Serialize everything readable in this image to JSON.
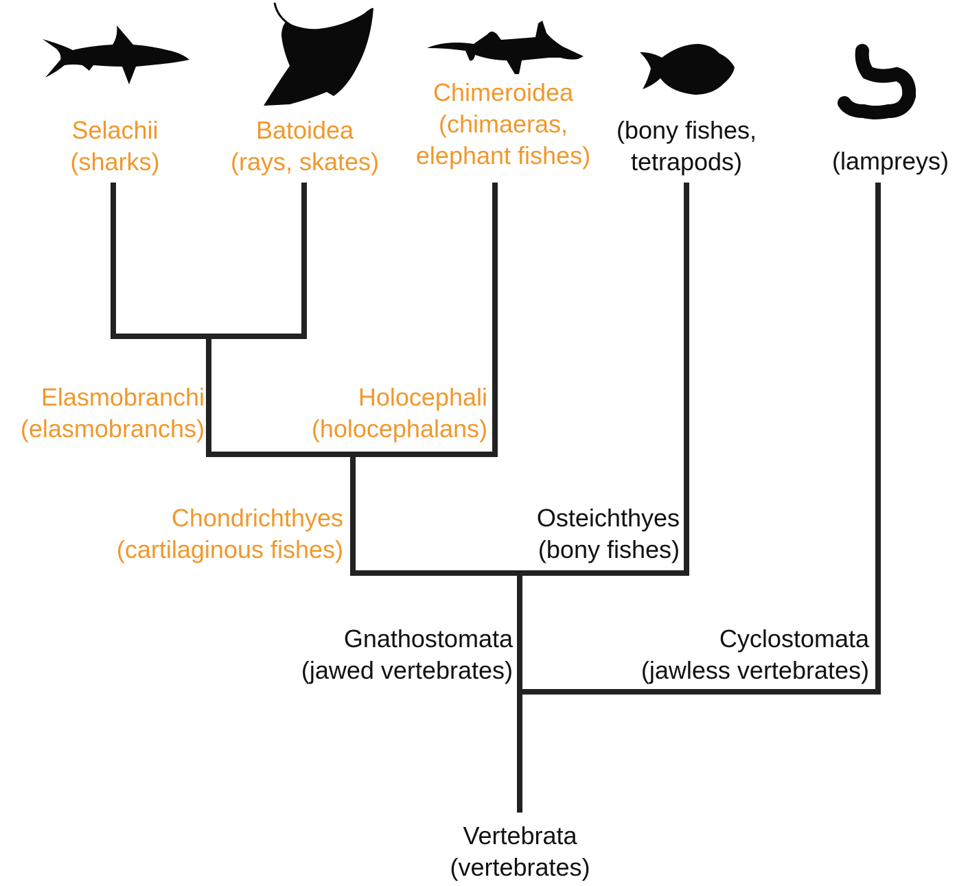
{
  "colors": {
    "chondrichthyes_accent": "#f0982c",
    "text_default": "#111111",
    "branch": "#222222",
    "silhouette": "#0a0a0a"
  },
  "taxa": {
    "selachii": {
      "name": "Selachii",
      "common": "(sharks)",
      "icon": "shark-silhouette"
    },
    "batoidea": {
      "name": "Batoidea",
      "common": "(rays, skates)",
      "icon": "manta-ray-silhouette"
    },
    "chimeroidea": {
      "name": "Chimeroidea",
      "common_line1": "(chimaeras,",
      "common_line2": "elephant fishes)",
      "icon": "chimaera-silhouette"
    },
    "bony": {
      "common_line1": "(bony fishes,",
      "common_line2": "tetrapods)",
      "icon": "bony-fish-silhouette"
    },
    "lampreys": {
      "common": "(lampreys)",
      "icon": "lamprey-silhouette"
    }
  },
  "clades": {
    "elasmobranchi": {
      "name": "Elasmobranchi",
      "common": "(elasmobranchs)"
    },
    "holocephali": {
      "name": "Holocephali",
      "common": "(holocephalans)"
    },
    "chondrichthyes": {
      "name": "Chondrichthyes",
      "common": "(cartilaginous fishes)"
    },
    "osteichthyes": {
      "name": "Osteichthyes",
      "common": "(bony fishes)"
    },
    "gnathostomata": {
      "name": "Gnathostomata",
      "common": "(jawed vertebrates)"
    },
    "cyclostomata": {
      "name": "Cyclostomata",
      "common": "(jawless vertebrates)"
    },
    "vertebrata": {
      "name": "Vertebrata",
      "common": "(vertebrates)"
    }
  }
}
